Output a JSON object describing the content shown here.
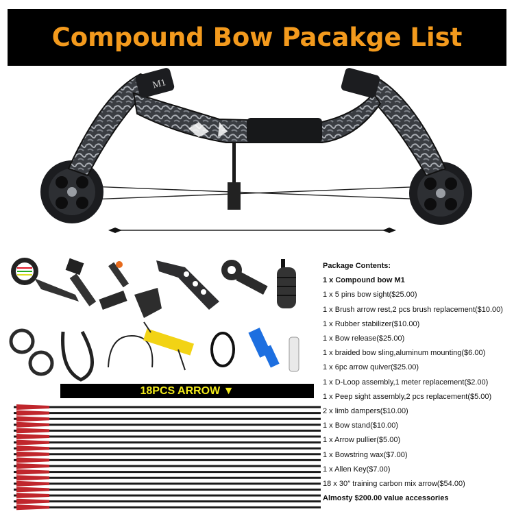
{
  "header": {
    "title": "Compound Bow Pacakge List"
  },
  "bow_image": {
    "description_icon": "compound-bow-image",
    "limb_label_left": "M1"
  },
  "arrow_banner": {
    "label": "18PCS ARROW ▼"
  },
  "package": {
    "heading": "Package Contents:",
    "items": [
      "1 x Compound bow M1",
      "1 x 5 pins bow sight($25.00)",
      "1 x Brush arrow rest,2 pcs brush replacement($10.00)",
      "1 x Rubber stabilizer($10.00)",
      "1 x Bow release($25.00)",
      "1 x braided bow sling,aluminum mounting($6.00)",
      "1 x 6pc arrow quiver($25.00)",
      "1 x D-Loop assembly,1 meter replacement($2.00)",
      "1 x Peep sight assembly,2 pcs replacement($5.00)",
      "2 x limb dampers($10.00)",
      "1 x Bow stand($10.00)",
      "1 x Arrow pullier($5.00)",
      "1 x Bowstring wax($7.00)",
      "1 x Allen Key($7.00)",
      "18 x 30′′  training carbon mix arrow($54.00)",
      "Almosty $200.00 value accessories"
    ]
  },
  "colors": {
    "banner_bg": "#000000",
    "title": "#f39a1d",
    "arrow_label": "#f2ea1a",
    "fletching": "#c0262c"
  }
}
